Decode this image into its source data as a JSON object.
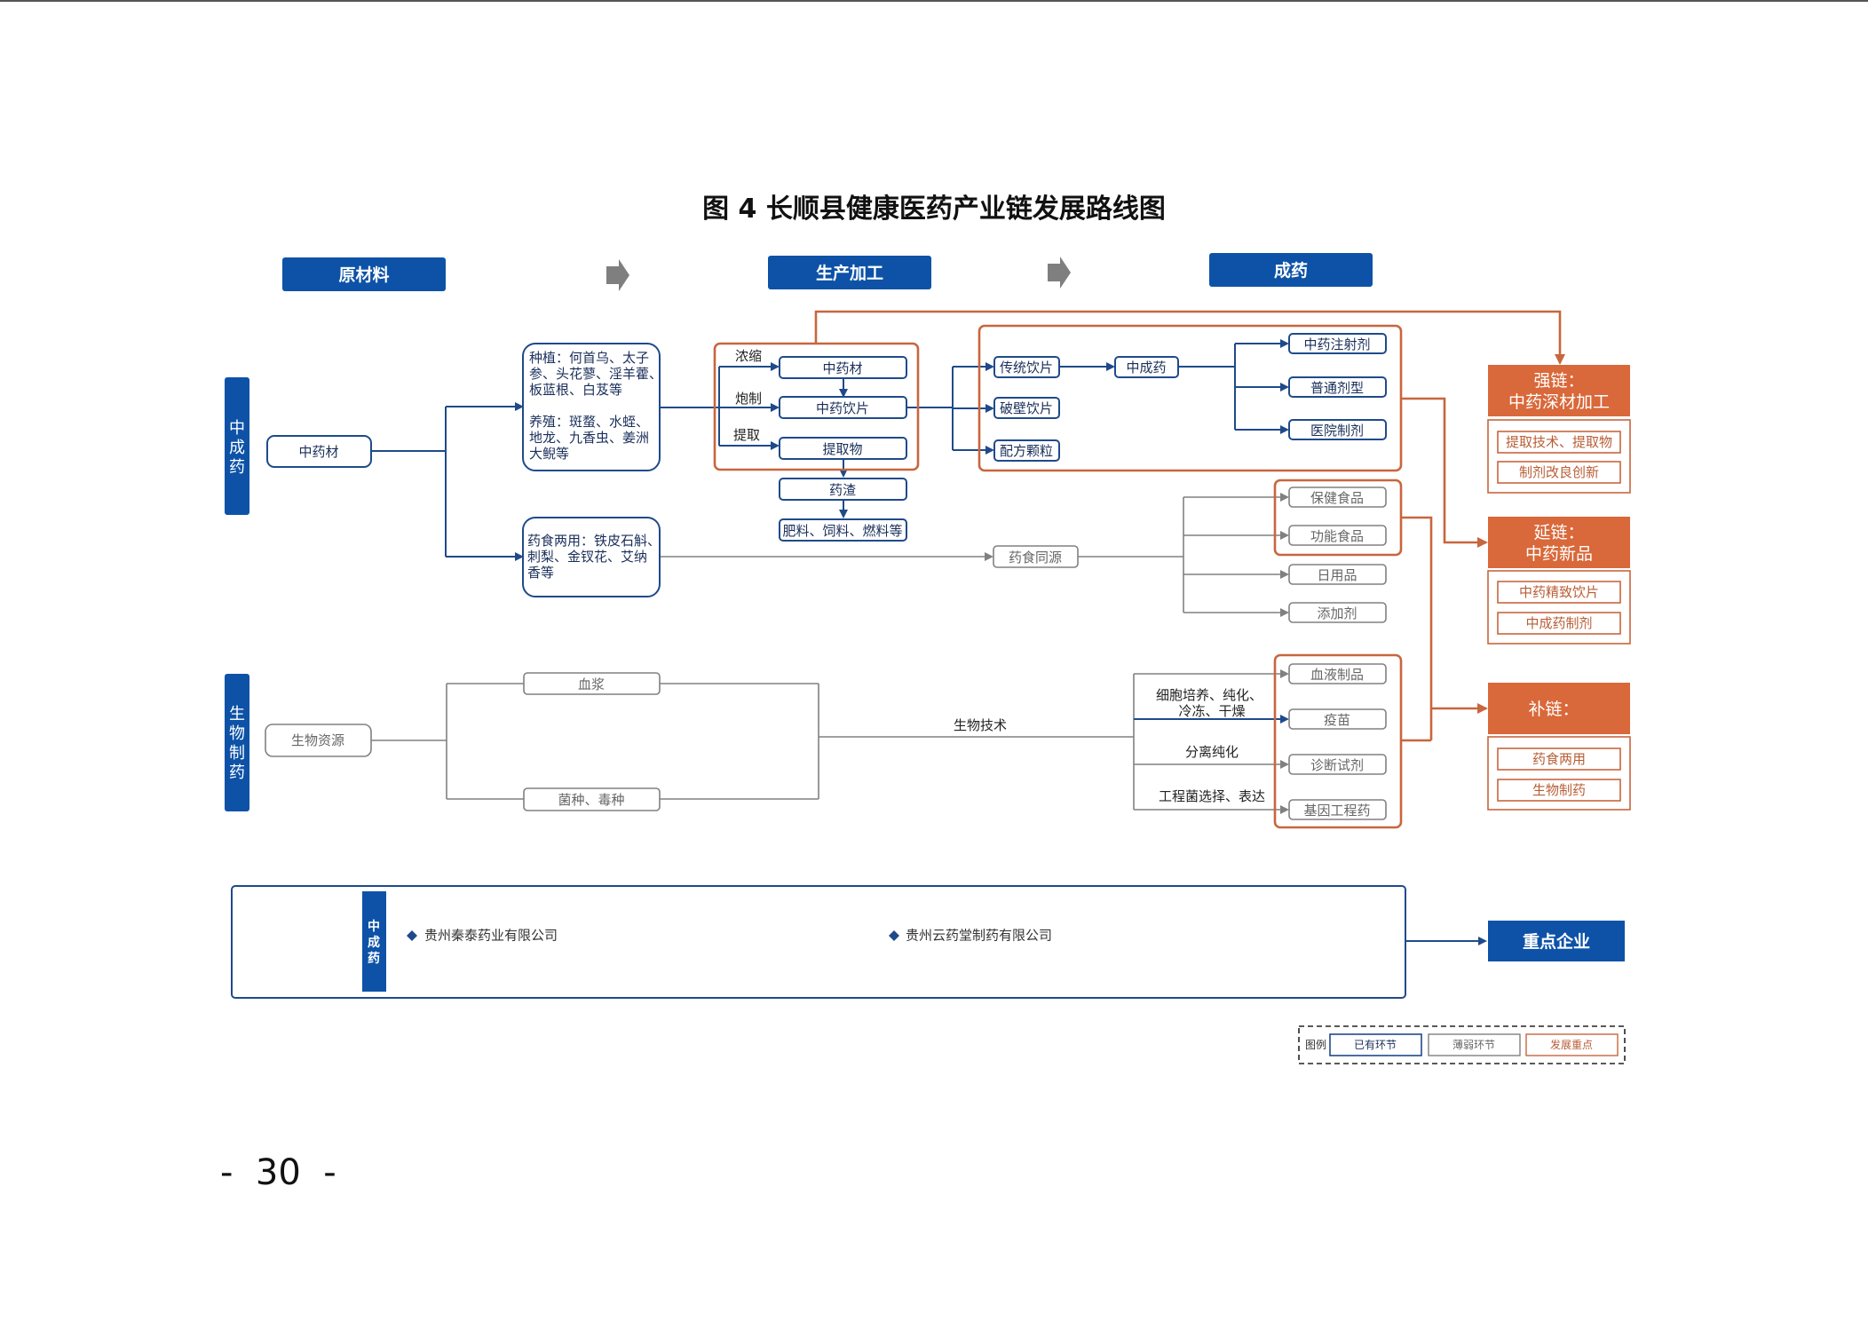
{
  "title": "图 4 长顺县健康医药产业链发展路线图",
  "columns": {
    "raw": "原材料",
    "process": "生产加工",
    "product": "成药"
  },
  "sides": {
    "tcm": "中成药",
    "bio": "生物制药"
  },
  "raw": {
    "herb": "中药材",
    "plant_lines": [
      "种植：何首乌、太子",
      "参、头花蓼、淫羊藿、",
      "板蓝根、白芨等"
    ],
    "breed_lines": [
      "养殖：斑蝥、水蛭、",
      "地龙、九香虫、姜洲",
      "大鲵等"
    ],
    "food_lines": [
      "药食两用：铁皮石斛、",
      "刺梨、金钗花、艾纳",
      "香等"
    ],
    "bio": "生物资源",
    "plasma": "血浆",
    "strain": "菌种、毒种"
  },
  "process": {
    "label_concentrate": "浓缩",
    "label_roast": "炮制",
    "label_extract": "提取",
    "herb": "中药材",
    "pieces": "中药饮片",
    "extract": "提取物",
    "residue": "药渣",
    "fertilizer": "肥料、饲料、燃料等",
    "food_source": "药食同源",
    "biotech": "生物技术",
    "cell_lines": [
      "细胞培养、纯化、",
      "冷冻、干燥"
    ],
    "separate": "分离纯化",
    "engineer": "工程菌选择、表达"
  },
  "product": {
    "traditional": "传统饮片",
    "broken": "破壁饮片",
    "granule": "配方颗粒",
    "patent": "中成药",
    "injection": "中药注射剂",
    "ordinary": "普通剂型",
    "hospital": "医院制剂",
    "health_food": "保健食品",
    "functional": "功能食品",
    "daily": "日用品",
    "additive": "添加剂",
    "blood": "血液制品",
    "vaccine": "疫苗",
    "reagent": "诊断试剂",
    "gene": "基因工程药"
  },
  "chains": {
    "strong": {
      "title": [
        "强链：",
        "中药深材加工"
      ],
      "items": [
        "提取技术、提取物",
        "制剂改良创新"
      ]
    },
    "extend": {
      "title": [
        "延链：",
        "中药新品"
      ],
      "items": [
        "中药精致饮片",
        "中成药制剂"
      ]
    },
    "fill": {
      "title": [
        "补链："
      ],
      "items": [
        "药食两用",
        "生物制药"
      ]
    }
  },
  "enterprise": {
    "side": "中成药",
    "items": [
      "贵州秦泰药业有限公司",
      "贵州云药堂制药有限公司"
    ],
    "key": "重点企业"
  },
  "legend": {
    "label": "图例",
    "existing": "已有环节",
    "weak": "薄弱环节",
    "focus": "发展重点"
  },
  "page_number": "-  30  -",
  "colors": {
    "blue": "#0d52a7",
    "orange": "#d9683a",
    "gray": "#808080"
  }
}
